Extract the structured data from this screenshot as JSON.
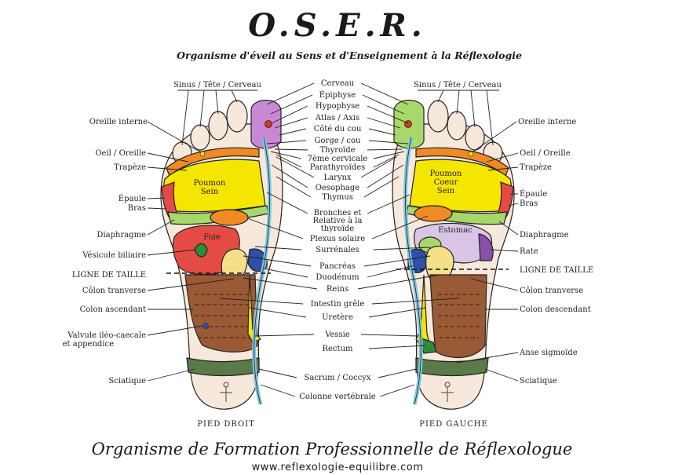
{
  "header": {
    "logo_text": "O.S.E.R.",
    "subtitle": "Organisme d'éveil au Sens et d'Enseignement à la Réflexologie"
  },
  "center_labels": {
    "cerveau": "Cerveau",
    "epiphyse": "Épiphyse",
    "hypophyse": "Hypophyse",
    "atlas": "Atlas / Axis",
    "cote_cou": "Côté du cou",
    "gorge": "Gorge / cou",
    "thyroide": "Thyroïde",
    "cervicale": "7ème cervicale",
    "parathyroides": "Parathyroïdes",
    "larynx": "Larynx",
    "oesophage": "Oesophage",
    "thymus": "Thymus",
    "bronches_1": "Bronches et",
    "bronches_2": "Relative à la",
    "bronches_3": "thyroïde",
    "plexus": "Plexus solaire",
    "surrenales": "Surrénales",
    "pancreas": "Pancréas",
    "duodenum": "Duodénum",
    "reins": "Reins",
    "intestin": "Intestin grêle",
    "uretere": "Uretère",
    "vessie": "Vessie",
    "rectum": "Rectum",
    "sacrum": "Sacrum / Coccyx",
    "colonne": "Colonne vertébrale"
  },
  "left_labels": {
    "sinus": "Sinus / Tête / Cerveau",
    "oreille_interne": "Oreille interne",
    "oeil": "Oeil / Oreille",
    "trapeze": "Trapèze",
    "epaule": "Épaule",
    "bras": "Bras",
    "diaphragme": "Diaphragme",
    "vesicule": "Vésicule biliaire",
    "ligne": "LIGNE DE TAILLE",
    "colon_transverse": "Côlon tranverse",
    "colon_ascendant": "Colon ascendant",
    "valvule_1": "Valvule iléo-caecale",
    "valvule_2": "et appendice",
    "sciatique": "Sciatique",
    "foot_caption": "PIED DROIT"
  },
  "right_labels": {
    "sinus": "Sinus / Tête / Cerveau",
    "oreille_interne": "Oreille interne",
    "oeil": "Oeil / Oreille",
    "trapeze": "Trapèze",
    "epaule": "Épaule",
    "bras": "Bras",
    "diaphragme": "Diaphragme",
    "rate": "Rate",
    "ligne": "LIGNE DE TAILLE",
    "colon_transverse": "Côlon tranverse",
    "colon_descendant": "Colon descendant",
    "anse": "Anse sigmoïde",
    "sciatique": "Sciatique",
    "foot_caption": "PIED GAUCHE"
  },
  "organ_labels": {
    "poumon_left_1": "Poumon",
    "poumon_left_2": "Sein",
    "foie": "Foie",
    "poumon_right_1": "Poumon",
    "poumon_right_2": "Coeur",
    "poumon_right_3": "Sein",
    "estomac": "Estomac"
  },
  "footer": {
    "title": "Organisme de Formation Professionnelle de Réflexologue",
    "url": "www.reflexologie-equilibre.com"
  },
  "colors": {
    "skin": "#f7e8dc",
    "lung_yellow": "#f5e600",
    "liver_red": "#e54b45",
    "gall_green": "#2e8b3a",
    "orange": "#f08a24",
    "purple": "#8a4fa8",
    "blue": "#2f4fa8",
    "light_blue": "#7ec8e0",
    "brown": "#9a5a36",
    "lime": "#a8d86a",
    "sciatic_green": "#5b7a4a",
    "stomach_lilac": "#d9c6e6"
  }
}
